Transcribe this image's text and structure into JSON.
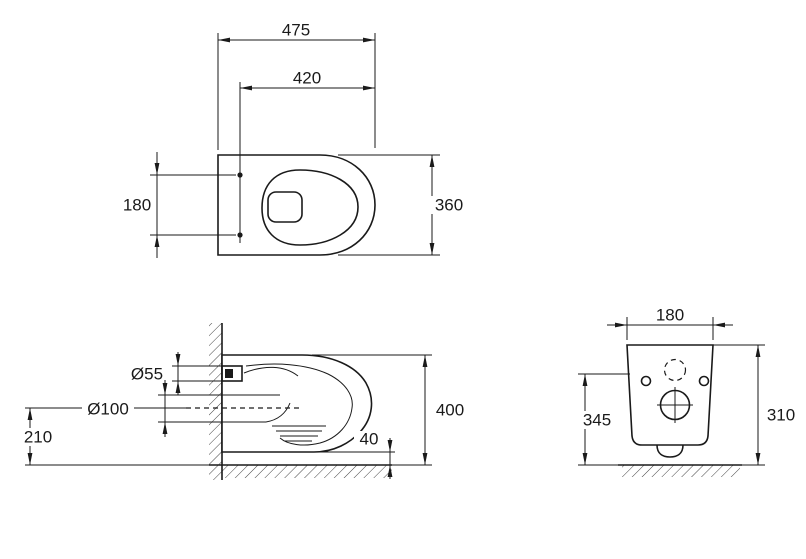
{
  "colors": {
    "line": "#1a1a1a",
    "background": "#ffffff"
  },
  "views": {
    "top": {
      "dims": {
        "overall": "475",
        "hole_line": "420",
        "depth": "360",
        "hole_spacing": "180"
      }
    },
    "side": {
      "dims": {
        "inlet": "Ø55",
        "outlet": "Ø100",
        "outlet_height": "210",
        "height": "400",
        "gap": "40"
      }
    },
    "rear": {
      "dims": {
        "width": "180",
        "left_height": "345",
        "right_height": "310"
      }
    }
  }
}
